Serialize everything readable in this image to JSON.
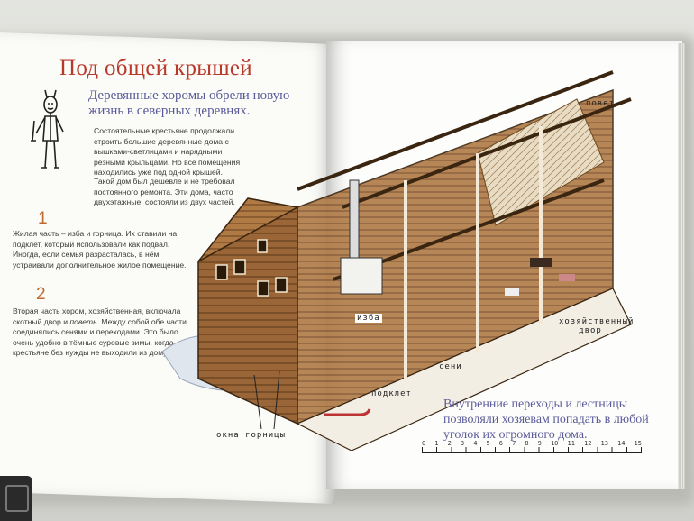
{
  "left_page": {
    "title": "Под общей крышей",
    "subtitle": "Деревянные хоромы обрели новую жизнь в северных деревнях.",
    "paragraph1": "Состоятельные крестьяне продолжали строить большие деревянные дома с вышками-светлицами и нарядными резными крыльцами. Но все помещения находились уже под одной крышей.",
    "paragraph2": "Такой дом был дешевле и не требовал постоянного ремонта. Эти дома, часто двухэтажные, состояли из двух частей.",
    "number1": "1",
    "part1_text": "Жилая часть – изба и горница. Их ставили на подклет, который использовали как подвал. Иногда, если семья разрасталась, в нём устраивали дополнительное жилое помещение.",
    "number2": "2",
    "part2_prefix": "Вторая часть хором, хозяйственная, включала скотный двор и ",
    "part2_italic": "поветь",
    "part2_suffix": ". Между собой обе части соединялись сенями и переходами. Это было очень удобно в тёмные суровые зимы, когда крестьяне без нужды не выходили из дому."
  },
  "right_page": {
    "labels": {
      "povet": "поветь",
      "izba": "изба",
      "hoz_dvor": "хозяйственный двор",
      "seni": "сени",
      "podklet": "подклет",
      "okna": "окна горницы"
    },
    "note": "Внутренние переходы и лестницы позволяли хозяевам попадать в любой уголок их огромного дома.",
    "scale_ticks": [
      "0",
      "1",
      "2",
      "3",
      "4",
      "5",
      "6",
      "7",
      "8",
      "9",
      "10",
      "11",
      "12",
      "13",
      "14",
      "15"
    ]
  },
  "colors": {
    "title": "#b8392a",
    "subtitle": "#5a5a9a",
    "numbers": "#c06a2e",
    "wood": "#8a5a34"
  }
}
